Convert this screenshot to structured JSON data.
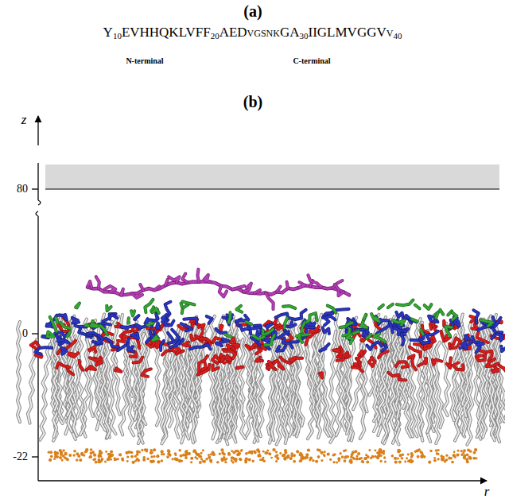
{
  "diagram": {
    "labels": [
      "(a)",
      "Y",
      "10",
      "EVHHQKLVFF",
      "20",
      "AED",
      "VGSNK",
      "GA",
      "30",
      "IIGLMVGGV",
      "V",
      "40",
      "N-terminal",
      "C-terminal",
      "(b)",
      "z",
      "80",
      "0",
      "-22",
      "r"
    ]
  }
}
